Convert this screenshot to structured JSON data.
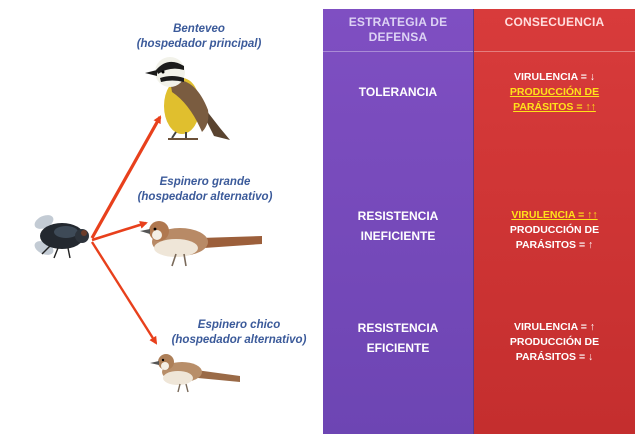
{
  "birds": [
    {
      "name": "Benteveo",
      "role": "(hospedador principal)"
    },
    {
      "name": "Espinero grande",
      "role": "(hospedador alternativo)"
    },
    {
      "name": "Espinero chico",
      "role": "(hospedador alternativo)"
    }
  ],
  "table": {
    "header_strategy": [
      "ESTRATEGIA DE",
      "DEFENSA"
    ],
    "header_consequence": "CONSECUENCIA",
    "rows": [
      {
        "strategy": [
          "TOLERANCIA"
        ],
        "consequence": [
          {
            "text": "VIRULENCIA = ↓",
            "highlight": false
          },
          {
            "text": "PRODUCCIÓN DE",
            "highlight": true
          },
          {
            "text": "PARÁSITOS = ↑↑",
            "highlight": true
          }
        ]
      },
      {
        "strategy": [
          "RESISTENCIA",
          "INEFICIENTE"
        ],
        "consequence": [
          {
            "text": "VIRULENCIA = ↑↑",
            "highlight": true
          },
          {
            "text": "PRODUCCIÓN DE",
            "highlight": false
          },
          {
            "text": "PARÁSITOS = ↑",
            "highlight": false
          }
        ]
      },
      {
        "strategy": [
          "RESISTENCIA",
          "EFICIENTE"
        ],
        "consequence": [
          {
            "text": "VIRULENCIA = ↑",
            "highlight": false
          },
          {
            "text": "PRODUCCIÓN DE",
            "highlight": false
          },
          {
            "text": "PARÁSITOS = ↓",
            "highlight": false
          }
        ]
      }
    ]
  },
  "colors": {
    "arrow": "#e8401c",
    "label": "#3b5a9a",
    "strategy_column": "#7450b8",
    "consequence_column": "#d03535",
    "highlight_text": "#ffe21a"
  },
  "icons": [
    "fly-icon",
    "kiskadee-bird-icon",
    "large-thornbird-icon",
    "small-thornbird-icon"
  ]
}
